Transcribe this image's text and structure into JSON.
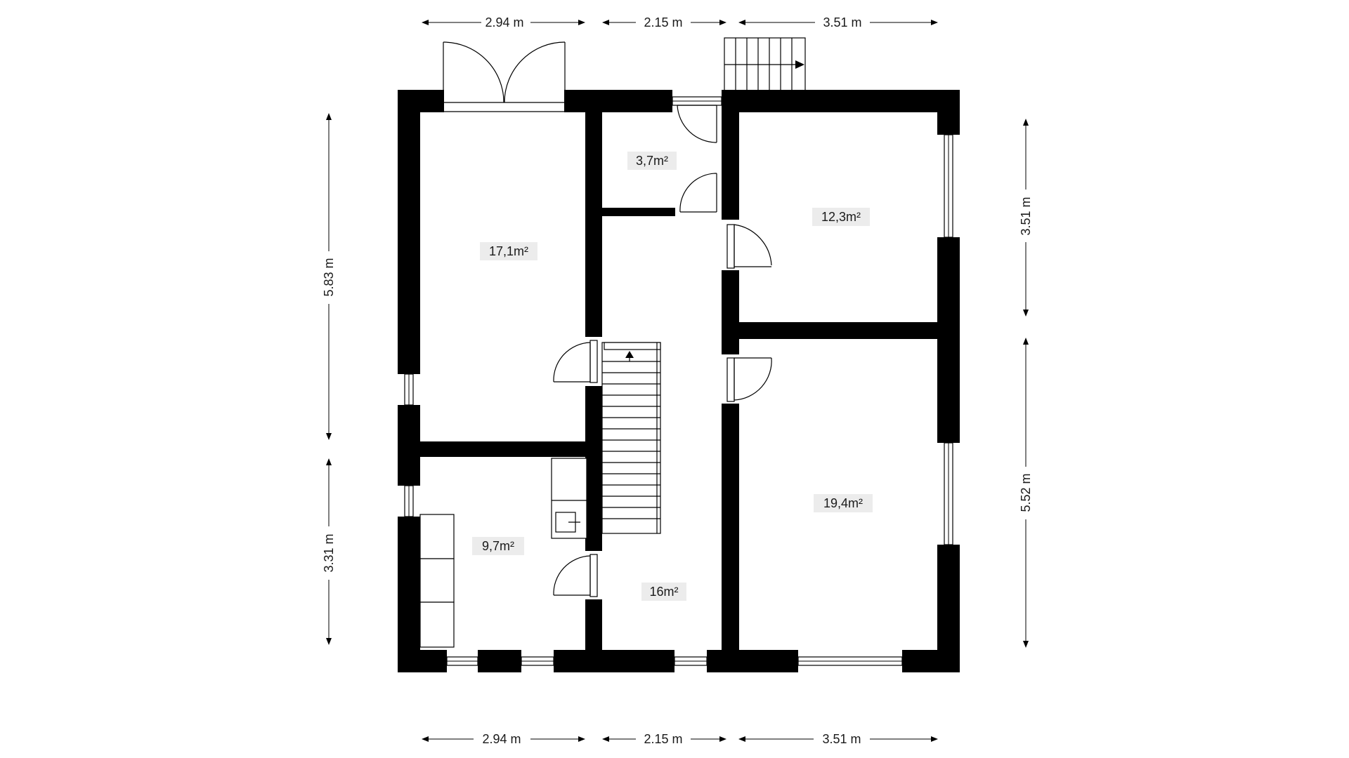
{
  "floor_plan": {
    "dimensions": {
      "top": [
        "2.94 m",
        "2.15 m",
        "3.51 m"
      ],
      "bottom": [
        "2.94 m",
        "2.15 m",
        "3.51 m"
      ],
      "left": [
        "5.83 m",
        "3.31 m"
      ],
      "right": [
        "3.51 m",
        "5.52 m"
      ]
    },
    "rooms": [
      {
        "id": "living",
        "area": "17,1m²"
      },
      {
        "id": "wc",
        "area": "3,7m²"
      },
      {
        "id": "bedroom-1",
        "area": "12,3m²"
      },
      {
        "id": "bedroom-2",
        "area": "19,4m²"
      },
      {
        "id": "kitchen",
        "area": "9,7m²"
      },
      {
        "id": "hall",
        "area": "16m²"
      }
    ],
    "colors": {
      "walls": "#000000",
      "area_label_bg": "#ececec",
      "background": "#ffffff"
    }
  }
}
